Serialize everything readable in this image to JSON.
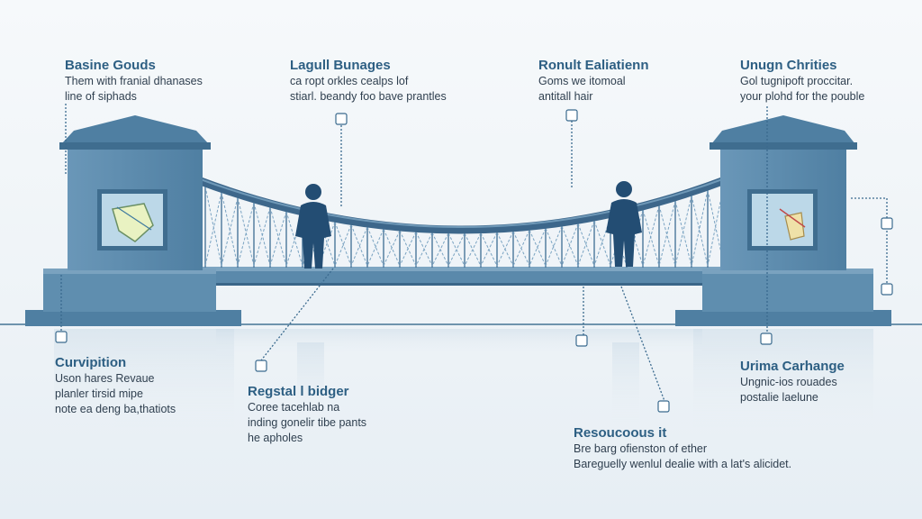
{
  "annotations": [
    {
      "title": "Basine Gouds",
      "lines": [
        "Them with franial dhanases",
        "line of siphads"
      ]
    },
    {
      "title": "Lagull Bunages",
      "lines": [
        "ca ropt orkles cealps lof",
        "stiarl. beandy foo bave prantles"
      ]
    },
    {
      "title": "Ronult Ealiatienn",
      "lines": [
        "Goms we itomoal",
        "antitall hair"
      ]
    },
    {
      "title": "Unugn Chrities",
      "lines": [
        "Gol tugnipoft proccitar.",
        "your plohd for the pouble"
      ]
    },
    {
      "title": "Curvipition",
      "lines": [
        "Uson hares Revaue",
        "planler tirsid mipe",
        "note ea deng ba,thatiots"
      ]
    },
    {
      "title": "Regstal l bidger",
      "lines": [
        "Coree tacehlab na",
        "inding gonelir tibe pants",
        "he apholes"
      ]
    },
    {
      "title": "Resoucoous it",
      "lines": [
        "Bre barg ofienston of ether",
        "Bareguelly wenlul dealie with a lat's alicidet."
      ]
    },
    {
      "title": "Urima Carhange",
      "lines": [
        "Ungnic-ios rouades",
        "postalie laelune"
      ]
    }
  ],
  "colors": {
    "tower": "#5f8eaf",
    "tower_dark": "#3f6d8f",
    "cable": "#40698d",
    "figure": "#234d73",
    "title": "#2d5f83"
  }
}
